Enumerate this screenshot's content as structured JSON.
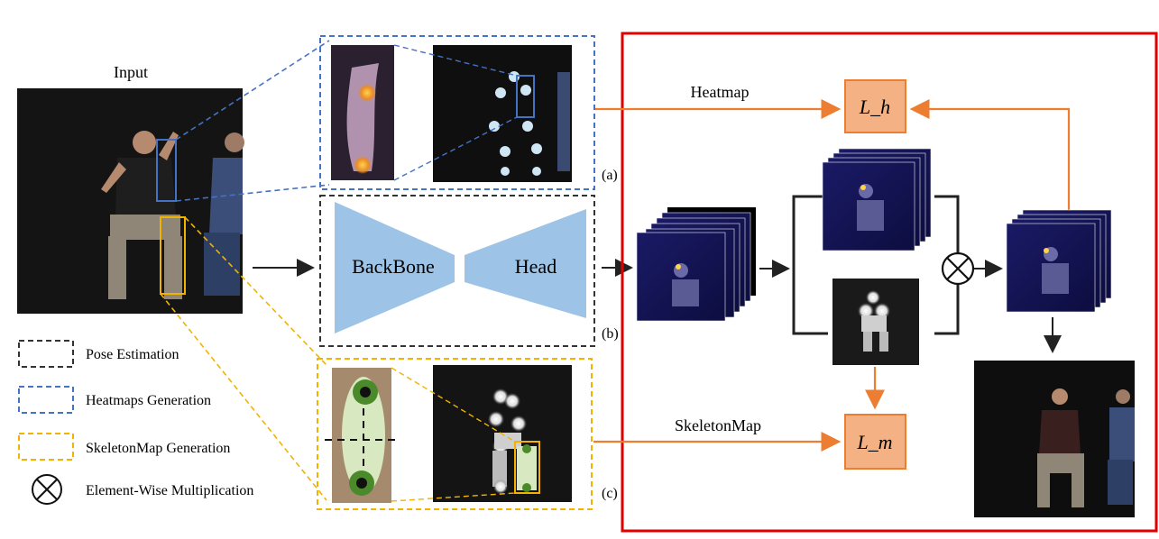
{
  "input": {
    "label": "Input"
  },
  "legend": {
    "pose_estimation": "Pose Estimation",
    "heatmaps_generation": "Heatmaps Generation",
    "skeletonmap_generation": "SkeletonMap Generation",
    "element_wise_multiplication": "Element-Wise Multiplication"
  },
  "network": {
    "backbone": "BackBone",
    "head": "Head"
  },
  "branches": {
    "a": "(a)",
    "b": "(b)",
    "c": "(c)"
  },
  "labels": {
    "heatmap": "Heatmap",
    "skeletonmap": "SkeletonMap"
  },
  "losses": {
    "heatmap_loss": "L_h",
    "skeleton_loss": "L_m"
  },
  "colors": {
    "pose_box": "#333333",
    "heatmap_box": "#4472c4",
    "skeleton_box": "#f0b400",
    "orange": "#ed7d31",
    "loss_fill": "#f4b183",
    "red_frame": "#e00000",
    "trapezoid": "#9dc3e6"
  }
}
